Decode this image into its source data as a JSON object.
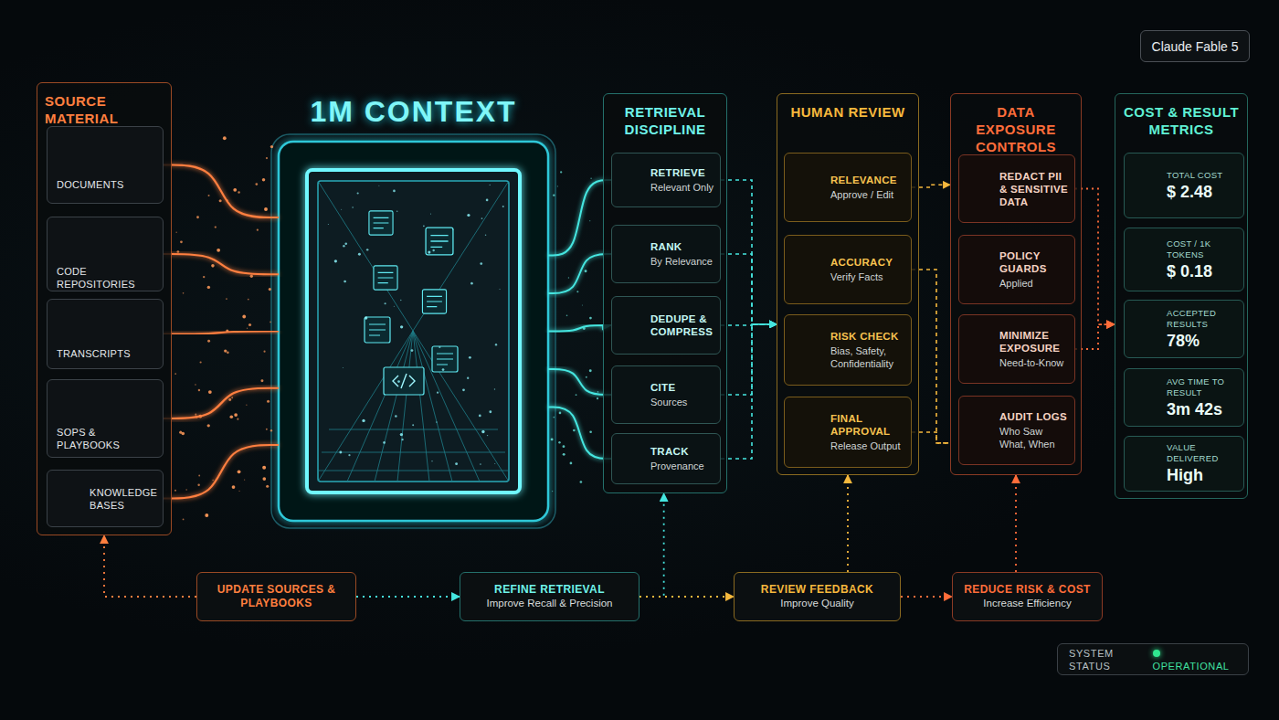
{
  "diagram": {
    "nodes": [
      {
        "text": [
          "SOURCE MATERIAL"
        ]
      },
      {
        "text": [
          "DOCUMENTS"
        ],
        "in": 0
      },
      {
        "text": [
          "CODE REPOSITORIES"
        ],
        "in": 0
      },
      {
        "text": [
          "TRANSCRIPTS"
        ],
        "in": 0
      },
      {
        "text": [
          "SOPS & PLAYBOOKS"
        ],
        "in": 0
      },
      {
        "text": [
          "KNOWLEDGE BASES"
        ],
        "in": 0
      },
      {
        "text": [
          "1M CONTEXT"
        ]
      },
      {
        "text": [
          "RETRIEVAL DISCIPLINE"
        ]
      },
      {
        "text": [
          "RETRIEVE",
          "Relevant Only"
        ],
        "in": 7
      },
      {
        "text": [
          "RANK",
          "By Relevance"
        ],
        "in": 7
      },
      {
        "text": [
          "DEDUPE & COMPRESS"
        ],
        "in": 7
      },
      {
        "text": [
          "CITE",
          "Sources"
        ],
        "in": 7
      },
      {
        "text": [
          "TRACK",
          "Provenance"
        ],
        "in": 7
      },
      {
        "text": [
          "HUMAN REVIEW"
        ]
      },
      {
        "text": [
          "RELEVANCE",
          "Approve / Edit"
        ],
        "in": 13
      },
      {
        "text": [
          "ACCURACY",
          "Verify Facts"
        ],
        "in": 13
      },
      {
        "text": [
          "RISK CHECK",
          "Bias, Safety, Confidentiality"
        ],
        "in": 13
      },
      {
        "text": [
          "FINAL APPROVAL",
          "Release Output"
        ],
        "in": 13
      },
      {
        "text": [
          "DATA EXPOSURE CONTROLS"
        ]
      },
      {
        "text": [
          "REDACT PII & SENSITIVE DATA"
        ],
        "in": 18
      },
      {
        "text": [
          "POLICY GUARDS",
          "Applied"
        ],
        "in": 18
      },
      {
        "text": [
          "MINIMIZE EXPOSURE",
          "Need-to-Know"
        ],
        "in": 18
      },
      {
        "text": [
          "AUDIT LOGS",
          "Who Saw What, When"
        ],
        "in": 18
      },
      {
        "text": [
          "COST & RESULT METRICS"
        ]
      },
      {
        "text": [
          "TOTAL COST",
          "$ 2.48"
        ],
        "in": 23
      },
      {
        "text": [
          "COST / 1K TOKENS",
          "$ 0.18"
        ],
        "in": 23
      },
      {
        "text": [
          "ACCEPTED RESULTS",
          "78%"
        ],
        "in": 23
      },
      {
        "text": [
          "AVG TIME TO RESULT",
          "3m 42s"
        ],
        "in": 23
      },
      {
        "text": [
          "VALUE DELIVERED",
          "High"
        ],
        "in": 23
      },
      {
        "text": [
          "UPDATE SOURCES & PLAYBOOKS"
        ]
      },
      {
        "text": [
          "REFINE RETRIEVAL",
          "Improve Recall & Precision"
        ]
      },
      {
        "text": [
          "REVIEW FEEDBACK",
          "Improve Quality"
        ]
      },
      {
        "text": [
          "REDUCE RISK & COST",
          "Increase Efficiency"
        ]
      },
      {
        "text": [
          "Claude Fable 5"
        ]
      },
      {
        "text": [
          "SYSTEM STATUS",
          "OPERATIONAL"
        ]
      }
    ],
    "edges": [
      {
        "from": 1,
        "to": 6,
        "arrow": "none"
      },
      {
        "from": 2,
        "to": 6,
        "arrow": "none"
      },
      {
        "from": 3,
        "to": 6,
        "arrow": "none"
      },
      {
        "from": 4,
        "to": 6,
        "arrow": "none"
      },
      {
        "from": 5,
        "to": 6,
        "arrow": "none"
      },
      {
        "from": 6,
        "to": 8,
        "arrow": "none"
      },
      {
        "from": 6,
        "to": 9,
        "arrow": "none"
      },
      {
        "from": 6,
        "to": 10,
        "arrow": "to"
      },
      {
        "from": 6,
        "to": 11,
        "arrow": "none"
      },
      {
        "from": 6,
        "to": 12,
        "arrow": "none"
      },
      {
        "from": 8,
        "to": 13,
        "arrow": "to"
      },
      {
        "from": 9,
        "to": 13,
        "arrow": "to"
      },
      {
        "from": 10,
        "to": 13,
        "arrow": "to"
      },
      {
        "from": 11,
        "to": 13,
        "arrow": "to"
      },
      {
        "from": 12,
        "to": 13,
        "arrow": "to"
      },
      {
        "from": 14,
        "to": 18,
        "arrow": "to"
      },
      {
        "from": 15,
        "to": 18,
        "arrow": "none"
      },
      {
        "from": 17,
        "to": 18,
        "arrow": "none"
      },
      {
        "from": 19,
        "to": 23,
        "arrow": "to"
      },
      {
        "from": 21,
        "to": 23,
        "arrow": "to"
      },
      {
        "from": 29,
        "to": 0,
        "arrow": "to"
      },
      {
        "from": 29,
        "to": 30,
        "arrow": "to"
      },
      {
        "from": 30,
        "to": 7,
        "arrow": "to"
      },
      {
        "from": 30,
        "to": 31,
        "arrow": "to"
      },
      {
        "from": 31,
        "to": 13,
        "arrow": "to"
      },
      {
        "from": 31,
        "to": 32,
        "arrow": "to"
      },
      {
        "from": 32,
        "to": 18,
        "arrow": "to"
      }
    ]
  }
}
